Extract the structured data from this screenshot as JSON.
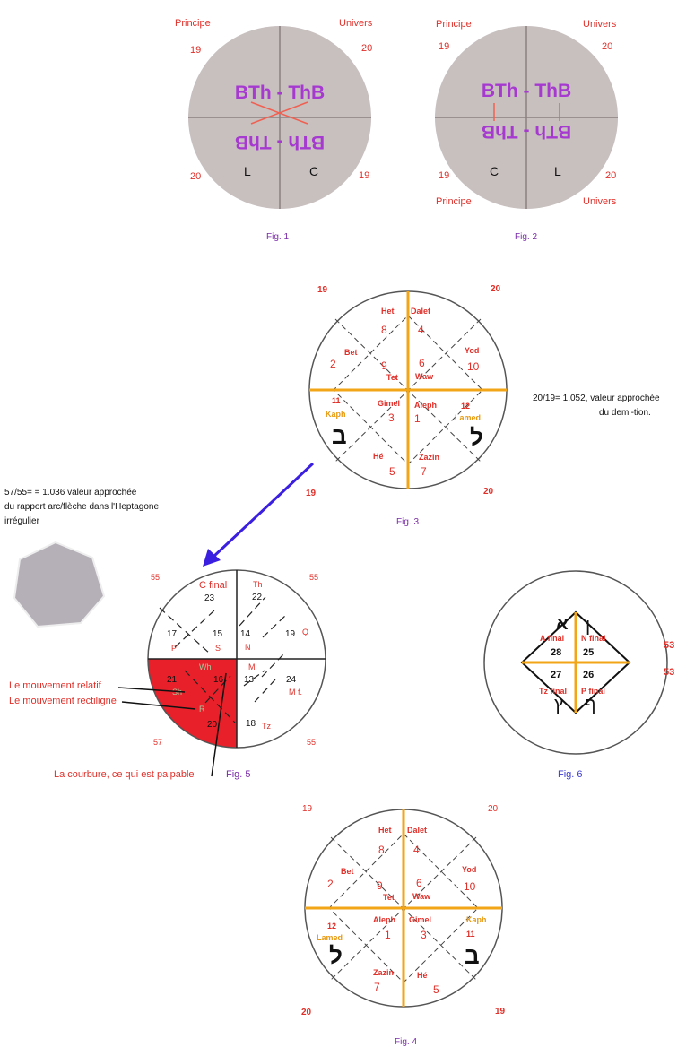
{
  "colors": {
    "red": "#e0302a",
    "purple": "#a63ad0",
    "orange": "#f2a516",
    "grey_disc": "#c8bfbf",
    "blue_arrow": "#3b1fe0"
  },
  "fig1": {
    "label": "Fig. 1",
    "principe": "Principe",
    "univers": "Univers",
    "n19_tl": "19",
    "n20_tr": "20",
    "n20_bl": "20",
    "n19_br": "19",
    "top_text": "BTh - ThB",
    "bottom_text": "BTh - ThB",
    "letter_l": "L",
    "letter_c": "C"
  },
  "fig2": {
    "label": "Fig. 2",
    "principe_top": "Principe",
    "univers_top": "Univers",
    "principe_bottom": "Principe",
    "univers_bottom": "Univers",
    "n19_tl": "19",
    "n20_tr": "20",
    "n19_bl": "19",
    "n20_br": "20",
    "top_text": "BTh - ThB",
    "bottom_text": "BTh - ThB",
    "letter_c": "C",
    "letter_l": "L"
  },
  "fig3": {
    "label": "Fig. 3",
    "corners": {
      "tl": "19",
      "tr": "20",
      "bl": "19",
      "br": "20"
    },
    "cells": [
      {
        "name": "Het",
        "num": "8"
      },
      {
        "name": "Dalet",
        "num": "4"
      },
      {
        "name": "Bet",
        "num": "2"
      },
      {
        "name": "Tet",
        "num": "9"
      },
      {
        "name": "Waw",
        "num": "6"
      },
      {
        "name": "Yod",
        "num": "10"
      },
      {
        "name": "Kaph",
        "num": "11"
      },
      {
        "name": "Gimel",
        "num": "3"
      },
      {
        "name": "Aleph",
        "num": "1"
      },
      {
        "name": "Lamed",
        "num": "12"
      },
      {
        "name": "Hé",
        "num": "5"
      },
      {
        "name": "Zazin",
        "num": "7"
      }
    ],
    "glyph_left": "ב",
    "glyph_right": "ל",
    "note_line1": "20/19= 1.052, valeur approchée",
    "note_line2": "du demi-tion."
  },
  "heptagon_note": {
    "line1": "57/55= = 1.036 valeur approchée",
    "line2": "du rapport arc/flèche dans l'Heptagone",
    "line3": "irrégulier"
  },
  "fig5": {
    "label": "Fig. 5",
    "corners": {
      "tl": "55",
      "tr": "55",
      "bl": "57",
      "br": "55"
    },
    "c_final": "C final",
    "n23": "23",
    "n22": "22",
    "th": "Th",
    "n17": "17",
    "n15": "15",
    "n14": "14",
    "n19": "19",
    "q": "Q",
    "p": "P",
    "s": "S",
    "n": "N",
    "wh": "Wh",
    "m": "M",
    "n21": "21",
    "n16": "16",
    "n13": "13",
    "n24": "24",
    "sh": "Sh",
    "mf": "M f.",
    "r": "R",
    "n18": "18",
    "tz": "Tz",
    "n20": "20",
    "ann_relatif": "Le mouvement relatif",
    "ann_rectiligne": "Le mouvement rectiligne",
    "ann_courbure": "La courbure, ce qui est palpable"
  },
  "fig6": {
    "label": "Fig. 6",
    "a_final": "A final",
    "n_final": "N final",
    "tz_final": "Tz final",
    "p_final": "P final",
    "n28": "28",
    "n25": "25",
    "n27": "27",
    "n26": "26",
    "side1": "53",
    "side2": "53",
    "g_tl": "א",
    "g_tr": "ן",
    "g_bl": "ץ",
    "g_br": "ף"
  },
  "fig4": {
    "label": "Fig. 4",
    "corners": {
      "tl": "19",
      "tr": "20",
      "bl": "20",
      "br": "19"
    },
    "cells": [
      {
        "name": "Het",
        "num": "8"
      },
      {
        "name": "Dalet",
        "num": "4"
      },
      {
        "name": "Bet",
        "num": "2"
      },
      {
        "name": "Tet",
        "num": "9"
      },
      {
        "name": "Waw",
        "num": "6"
      },
      {
        "name": "Yod",
        "num": "10"
      },
      {
        "name": "Lamed",
        "num": "12"
      },
      {
        "name": "Aleph",
        "num": "1"
      },
      {
        "name": "Gimel",
        "num": "3"
      },
      {
        "name": "Kaph",
        "num": "11"
      },
      {
        "name": "Zazin",
        "num": "7"
      },
      {
        "name": "Hé",
        "num": "5"
      }
    ],
    "glyph_left": "ל",
    "glyph_right": "ב"
  }
}
